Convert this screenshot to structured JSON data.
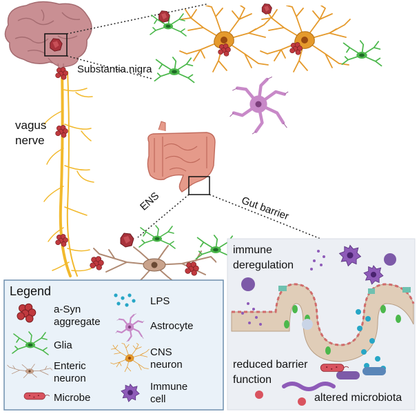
{
  "labels": {
    "substantia_nigra": "Substantia nigra",
    "vagus_nerve_line1": "vagus",
    "vagus_nerve_line2": "nerve",
    "ens": "ENS",
    "gut_barrier": "Gut barrier",
    "immune_deregulation_line1": "immune",
    "immune_deregulation_line2": "deregulation",
    "reduced_barrier_line1": "reduced barrier",
    "reduced_barrier_line2": "function",
    "altered_microbiota": "altered microbiota"
  },
  "legend": {
    "title": "Legend",
    "items": [
      {
        "icon": "asyn-aggregate-icon",
        "line1": "a-Syn",
        "line2": "aggregate"
      },
      {
        "icon": "glia-icon",
        "line1": "Glia",
        "line2": ""
      },
      {
        "icon": "enteric-neuron-icon",
        "line1": "Enteric",
        "line2": "neuron"
      },
      {
        "icon": "microbe-icon",
        "line1": "Microbe",
        "line2": ""
      },
      {
        "icon": "lps-icon",
        "line1": "LPS",
        "line2": ""
      },
      {
        "icon": "astrocyte-icon",
        "line1": "Astrocyte",
        "line2": ""
      },
      {
        "icon": "cns-neuron-icon",
        "line1": "CNS",
        "line2": "neuron"
      },
      {
        "icon": "immune-cell-icon",
        "line1": "Immune",
        "line2": "cell"
      }
    ]
  },
  "colors": {
    "brain": "#c98f93",
    "nerve": "#f2b92d",
    "asyn": "#c0393e",
    "glia": "#4cb84c",
    "cns_neuron": "#e59a2c",
    "astrocyte": "#c889c8",
    "enteric_neuron": "#b08a73",
    "immune_cell": "#8e5bb8",
    "lps": "#27a6c6",
    "gut": "#e59a8a",
    "legend_bg": "#eaf2f9",
    "legend_border": "#6e8fae",
    "inset_bg": "#eceff4"
  }
}
